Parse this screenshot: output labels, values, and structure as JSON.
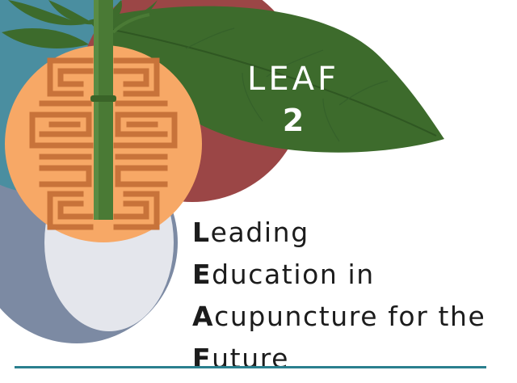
{
  "logo": {
    "title": "LEAF",
    "number": "2"
  },
  "acronym": [
    {
      "initial": "L",
      "rest": "eading"
    },
    {
      "initial": "E",
      "rest": "ducation in"
    },
    {
      "initial": "A",
      "rest": "cupuncture for the"
    },
    {
      "initial": "F",
      "rest": "uture"
    }
  ],
  "colors": {
    "teal_circle": "#4a8ea0",
    "red_circle": "#9b4646",
    "slate_circle": "#7c8aa3",
    "light_circle": "#e4e6ec",
    "orange_medallion": "#f7a866",
    "medallion_pattern": "#c8733a",
    "leaf_green": "#3d6b2c",
    "bamboo_green": "#4a7a35",
    "rule": "#2a7f8e"
  },
  "icons": [
    "shou-symbol-icon",
    "bamboo-stalk-icon",
    "leaf-icon"
  ]
}
